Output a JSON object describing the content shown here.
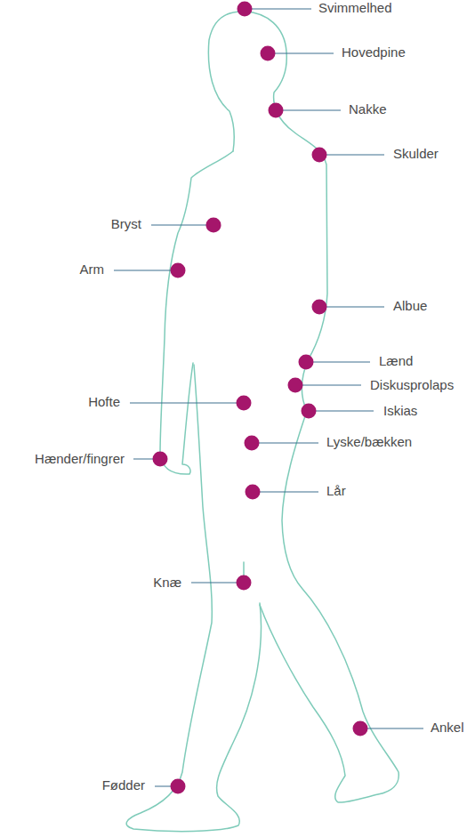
{
  "diagram": {
    "labels": [
      "Svimmelhed",
      "Hovedpine",
      "Nakke",
      "Skulder",
      "Bryst",
      "Arm",
      "Albue",
      "Lænd",
      "Diskusprolaps",
      "Hofte",
      "Iskias",
      "Lyske/bækken",
      "Hænder/fingrer",
      "Lår",
      "Knæ",
      "Ankel",
      "Fødder"
    ]
  }
}
